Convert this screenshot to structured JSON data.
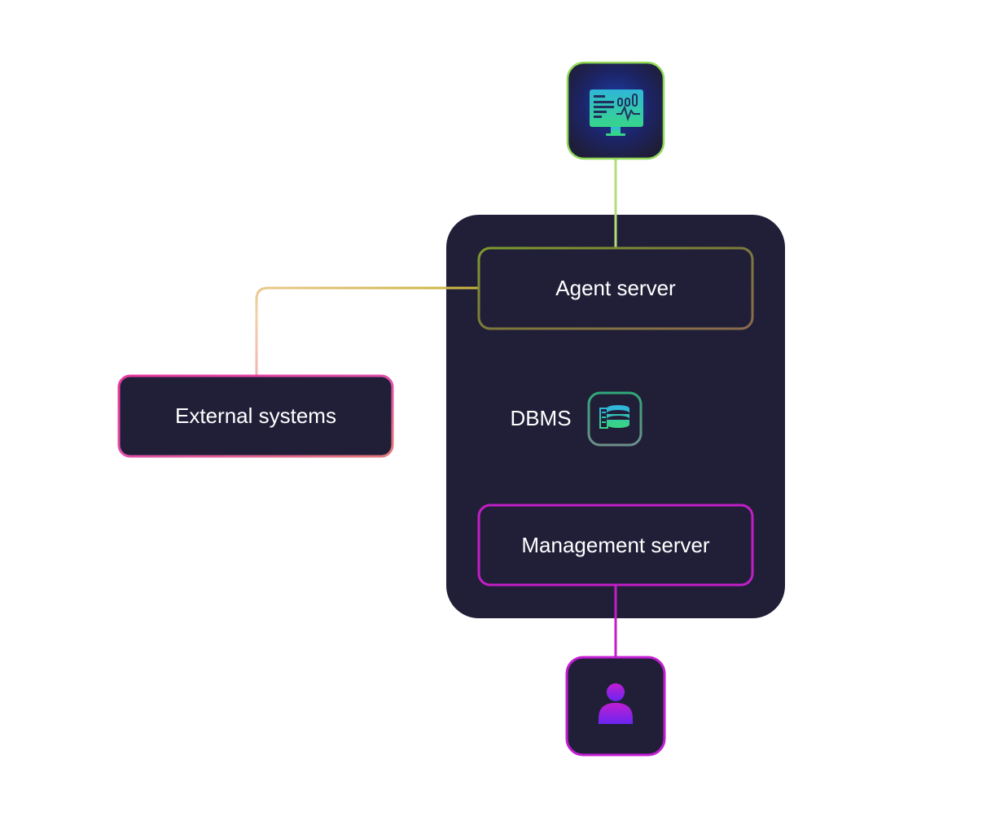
{
  "nodes": {
    "agent_server": {
      "label": "Agent server"
    },
    "external_systems": {
      "label": "External systems"
    },
    "dbms": {
      "label": "DBMS"
    },
    "management_server": {
      "label": "Management server"
    }
  },
  "icons": {
    "monitoring_station": "monitor-dashboard-icon",
    "database": "database-icon",
    "user": "user-icon"
  },
  "colors": {
    "panel": "#211f38",
    "green": "#8fd957",
    "lime": "#b8e080",
    "magenta": "#c21ec6",
    "pink": "#e23c9e",
    "teal": "#3aa88a",
    "user": "#9a22e8"
  }
}
